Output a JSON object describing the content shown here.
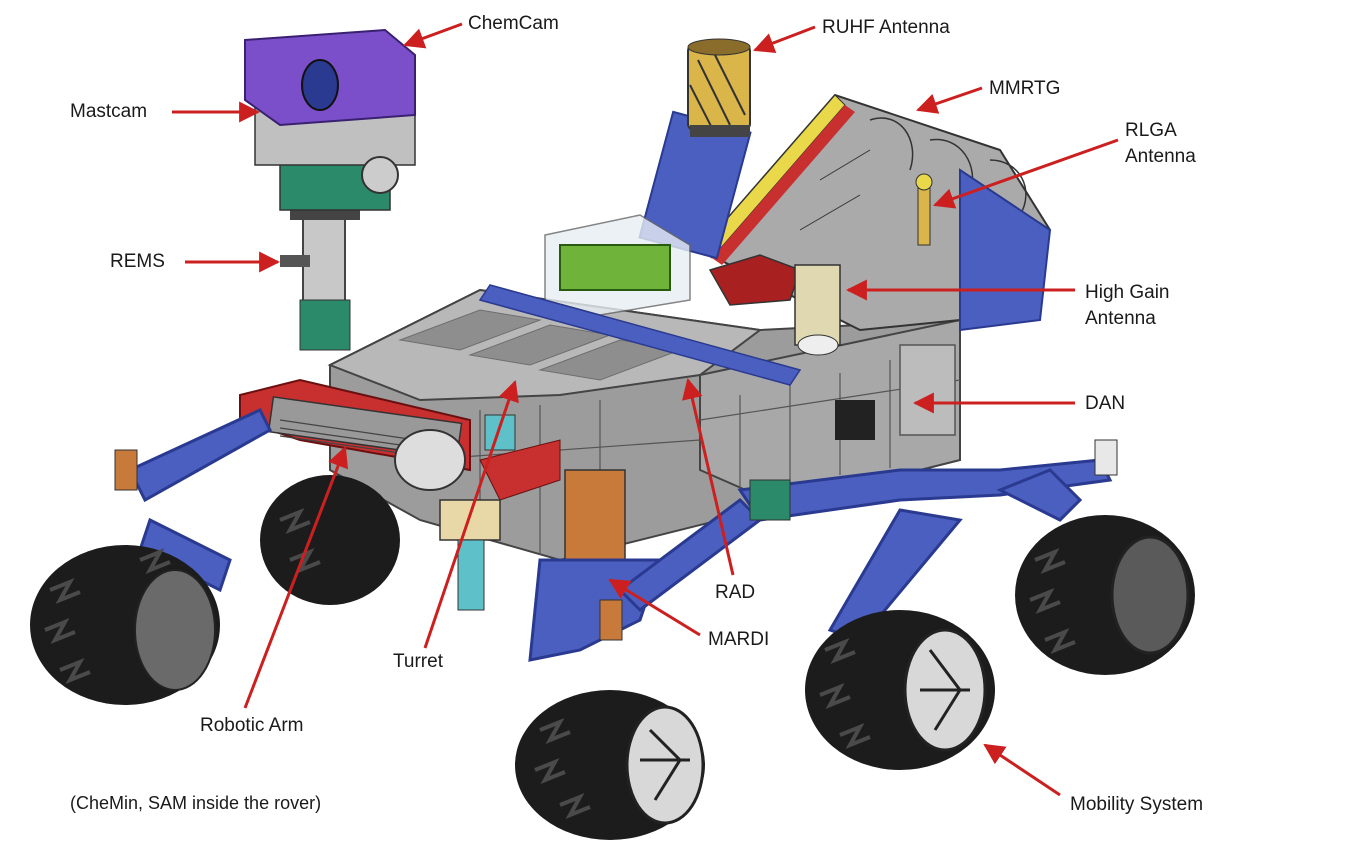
{
  "colors": {
    "arrow": "#cc2020",
    "wheel": "#1c1c1c",
    "tread": "#3a3a3a",
    "frame_blue": "#4a5fc0",
    "frame_dark": "#2a3a90",
    "body_gray": "#9c9c9c",
    "body_light": "#c8c8c8",
    "chemcam_purple": "#7b4fc9",
    "ruhf_gold": "#d9b54a",
    "green_box": "#6fb33a",
    "red_plate": "#a82020",
    "arm_red": "#c83030",
    "copper": "#c87a3a",
    "cyan": "#5ec0c8"
  },
  "labels": {
    "chemcam": "ChemCam",
    "ruhf": "RUHF Antenna",
    "mastcam": "Mastcam",
    "mmrtg": "MMRTG",
    "rlga_line1": "RLGA",
    "rlga_line2": "Antenna",
    "rems": "REMS",
    "hga_line1": "High Gain",
    "hga_line2": "Antenna",
    "dan": "DAN",
    "rad": "RAD",
    "mardi": "MARDI",
    "turret": "Turret",
    "robotic_arm": "Robotic Arm",
    "mobility": "Mobility System"
  },
  "note": "(CheMin, SAM inside the rover)"
}
